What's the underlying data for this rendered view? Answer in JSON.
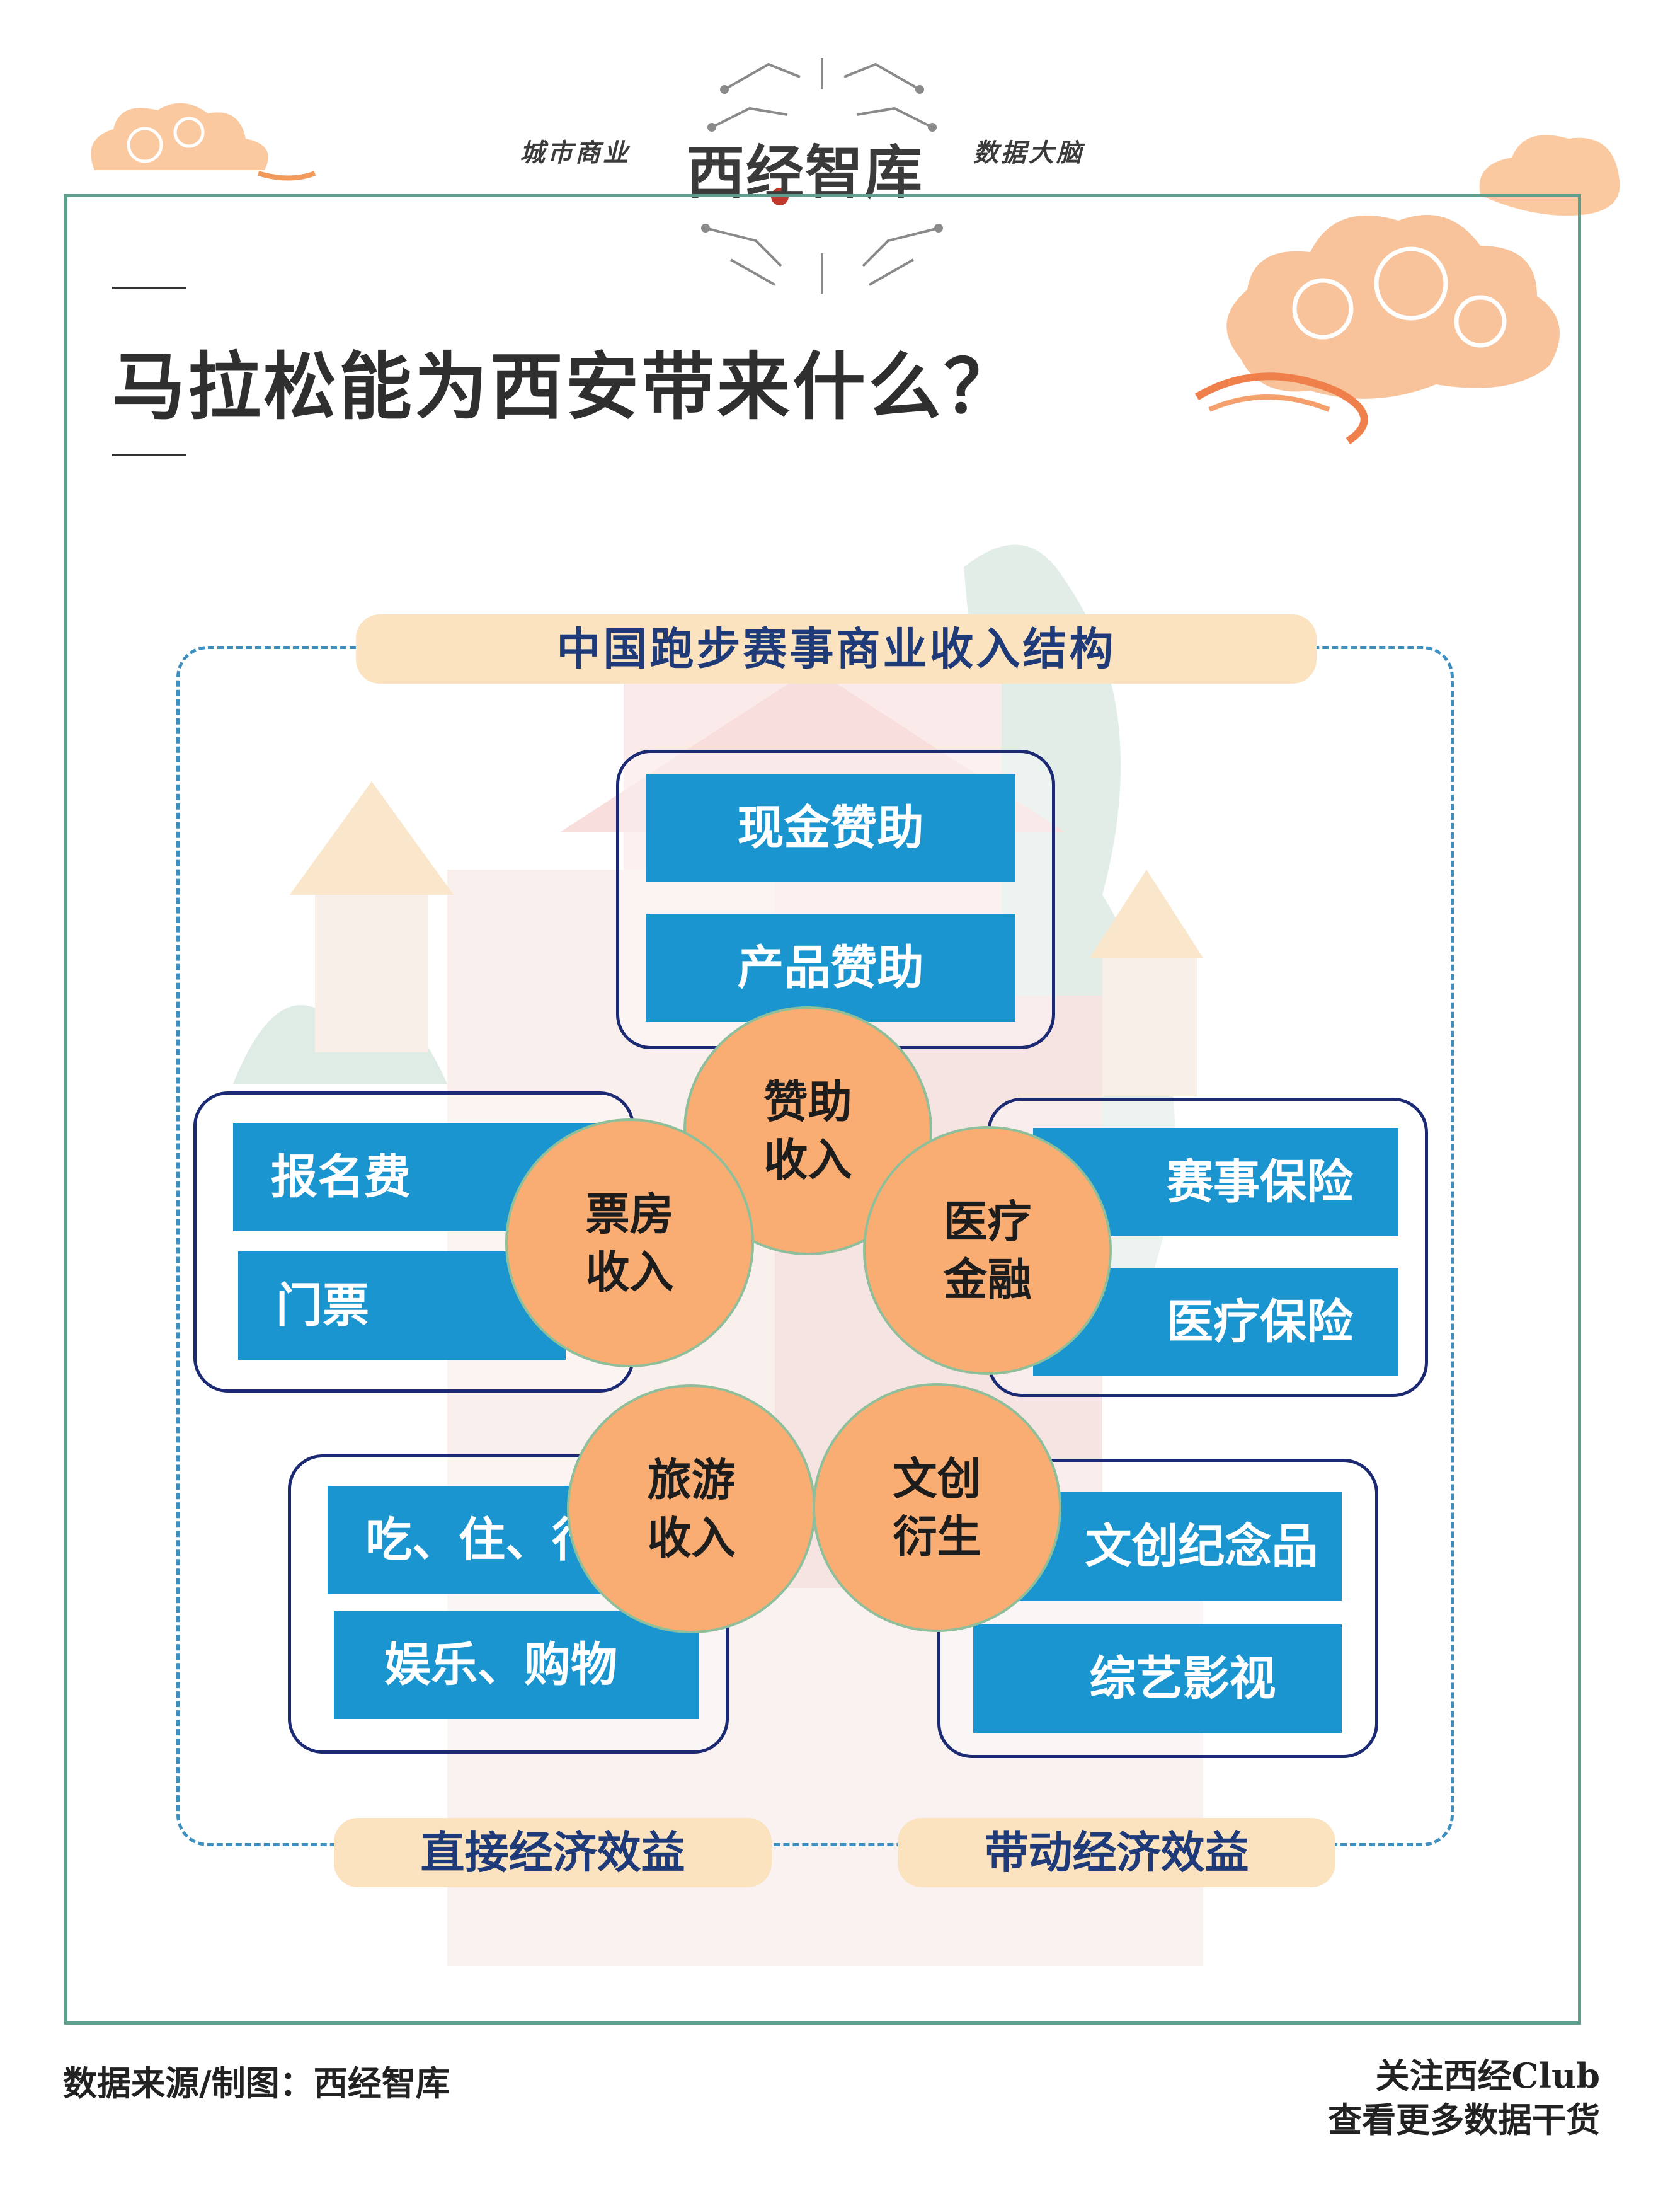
{
  "header": {
    "left_tag": "城市商业",
    "logo": "西经智库",
    "right_tag": "数据大脑"
  },
  "title": "马拉松能为西安带来什么？",
  "diagram": {
    "topic": "中国跑步赛事商业收入结构",
    "hubs": {
      "sponsor": [
        "赞助",
        "收入"
      ],
      "ticket": [
        "票房",
        "收入"
      ],
      "medical": [
        "医疗",
        "金融"
      ],
      "travel": [
        "旅游",
        "收入"
      ],
      "culture": [
        "文创",
        "衍生"
      ]
    },
    "items": {
      "sponsor": [
        "现金赞助",
        "产品赞助"
      ],
      "ticket": [
        "报名费",
        "门票"
      ],
      "medical": [
        "赛事保险",
        "医疗保险"
      ],
      "travel": [
        "吃、住、行",
        "娱乐、购物"
      ],
      "culture": [
        "文创纪念品",
        "综艺影视"
      ]
    },
    "bottom_labels": {
      "left": "直接经济效益",
      "right": "带动经济效益"
    }
  },
  "footer": {
    "source": "数据来源/制图：西经智库",
    "cta_line1": "关注西经Club",
    "cta_line2": "查看更多数据干货"
  },
  "colors": {
    "frame": "#5f9f8d",
    "bar": "#1b95d0",
    "circle": "#f9ad73",
    "group_border": "#1c2a73",
    "pill": "#fbe3bf",
    "cloud": "#f6a96b"
  }
}
